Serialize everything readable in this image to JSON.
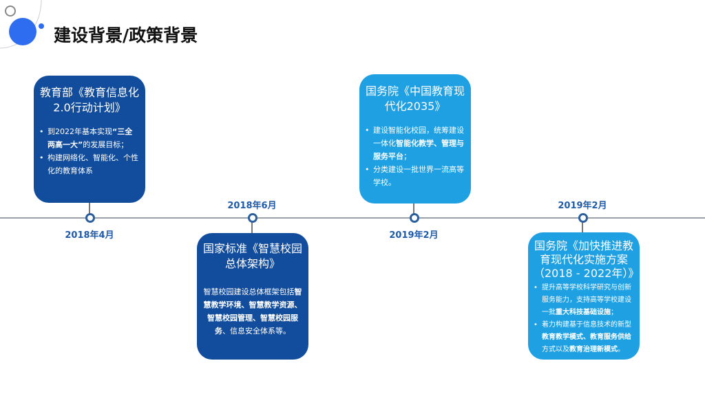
{
  "header": {
    "title": "建设背景/政策背景"
  },
  "colors": {
    "dark": "#124c9c",
    "light": "#1ea0e2",
    "accent": "#2f6df0"
  },
  "timeline": [
    {
      "date": "2018年4月",
      "heading": "教育部《教育信息化2.0行动计划》",
      "bullets": [
        [
          {
            "t": "到2022年基本实现"
          },
          {
            "t": "“三全两高一大”",
            "b": true
          },
          {
            "t": "的发展目标；"
          }
        ],
        [
          {
            "t": "构建网络化、智能化、个性化的教育体系"
          }
        ]
      ]
    },
    {
      "date": "2018年6月",
      "heading": "国家标准《智慧校园总体架构》",
      "paragraph": [
        {
          "t": "智慧校园建设总体框架包括"
        },
        {
          "t": "智慧教学环境、智慧教学资源、智慧校园管理、智慧校园服务",
          "b": true
        },
        {
          "t": "、信息安全体系等。"
        }
      ]
    },
    {
      "date": "2019年2月",
      "heading": "国务院《中国教育现代化2035》",
      "bullets": [
        [
          {
            "t": "建设智能化校园，统筹建设一体化"
          },
          {
            "t": "智能化教学、管理与服务平台",
            "b": true
          },
          {
            "t": "；"
          }
        ],
        [
          {
            "t": "分类建设一批世界一流高等学校。"
          }
        ]
      ]
    },
    {
      "date": "2019年2月",
      "heading": "国务院《加快推进教育现代化实施方案（2018 - 2022年）》",
      "bullets": [
        [
          {
            "t": "提升高等学校科学研究与创新服务能力，支持高等学校建设一批"
          },
          {
            "t": "重大科技基础设施",
            "b": true
          },
          {
            "t": "；"
          }
        ],
        [
          {
            "t": "着力构建基于信息技术的新型"
          },
          {
            "t": "教育教学模式、教育服务供给",
            "b": true
          },
          {
            "t": "方式以及"
          },
          {
            "t": "教育治理新模式",
            "b": true
          },
          {
            "t": "。"
          }
        ]
      ]
    }
  ]
}
